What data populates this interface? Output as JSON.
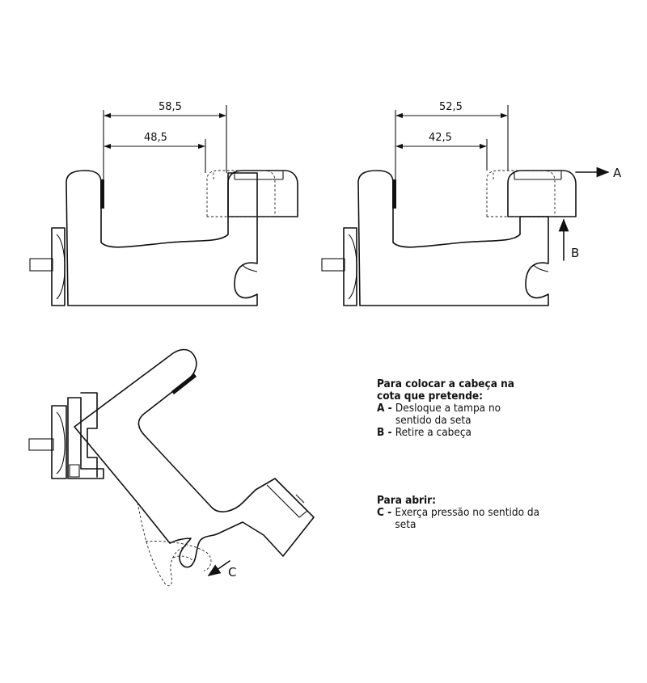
{
  "dimensions": {
    "left_outer": "58,5",
    "left_inner": "48,5",
    "right_outer": "52,5",
    "right_inner": "42,5"
  },
  "arrow_labels": {
    "a": "A",
    "b": "B",
    "c": "C"
  },
  "instructions": {
    "place": {
      "heading_line1": "Para colocar a cabeça na",
      "heading_line2": "cota que pretende:",
      "step_a_key": "A - ",
      "step_a_text": "Desloque a tampa no sentido da seta",
      "step_b_key": "B - ",
      "step_b_text": "Retire a cabeça"
    },
    "open": {
      "heading": "Para abrir:",
      "step_c_key": "C - ",
      "step_c_text": "Exerça pressão no sentido da seta"
    }
  }
}
